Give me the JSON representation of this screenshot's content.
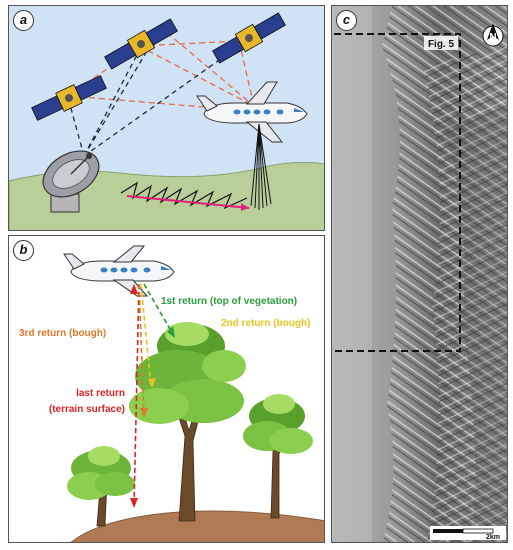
{
  "panels": {
    "a": {
      "letter": "a"
    },
    "b": {
      "letter": "b"
    },
    "c": {
      "letter": "c"
    }
  },
  "returns": {
    "first": "1st return (top of vegetation)",
    "second": "2nd return (bough)",
    "third": "3rd return (bough)",
    "last_line1": "last return",
    "last_line2": "(terrain surface)"
  },
  "map": {
    "inset_label": "Fig. 5",
    "north": "N",
    "scale_label": "2km"
  },
  "colors": {
    "first_return": "#2a9d3a",
    "second_return": "#e8c422",
    "third_return": "#e0782a",
    "last_return": "#d82424",
    "scan_path": "#e0207a",
    "sky": "#cfe3f5",
    "ground": "#b9cf9a"
  }
}
